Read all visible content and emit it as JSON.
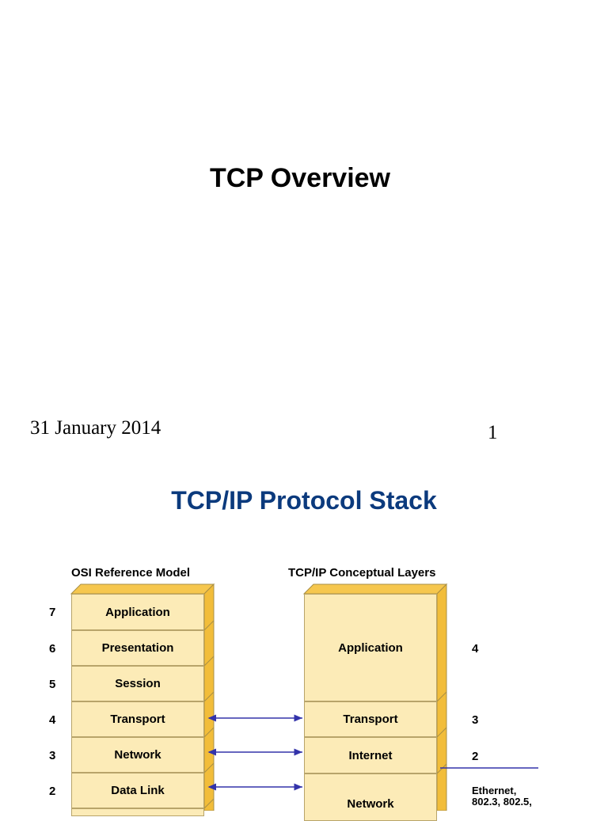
{
  "slide1": {
    "title": "TCP Overview",
    "date": "31 January 2014",
    "page_number": "1"
  },
  "slide2": {
    "title": "TCP/IP Protocol Stack",
    "osi": {
      "heading": "OSI Reference Model",
      "layers": [
        {
          "num": "7",
          "label": "Application"
        },
        {
          "num": "6",
          "label": "Presentation"
        },
        {
          "num": "5",
          "label": "Session"
        },
        {
          "num": "4",
          "label": "Transport"
        },
        {
          "num": "3",
          "label": "Network"
        },
        {
          "num": "2",
          "label": "Data Link"
        }
      ]
    },
    "tcpip": {
      "heading": "TCP/IP Conceptual Layers",
      "layers": [
        {
          "num": "4",
          "label": "Application"
        },
        {
          "num": "3",
          "label": "Transport"
        },
        {
          "num": "2",
          "label": "Internet"
        },
        {
          "num": "",
          "label": "Network"
        }
      ]
    },
    "network_note_line1": "Ethernet,",
    "network_note_line2": "802.3, 802.5,",
    "colors": {
      "box_fill": "#fcebb7",
      "box_side": "#f6c74e",
      "arrow": "#3333aa",
      "title": "#0b3a7d"
    }
  }
}
